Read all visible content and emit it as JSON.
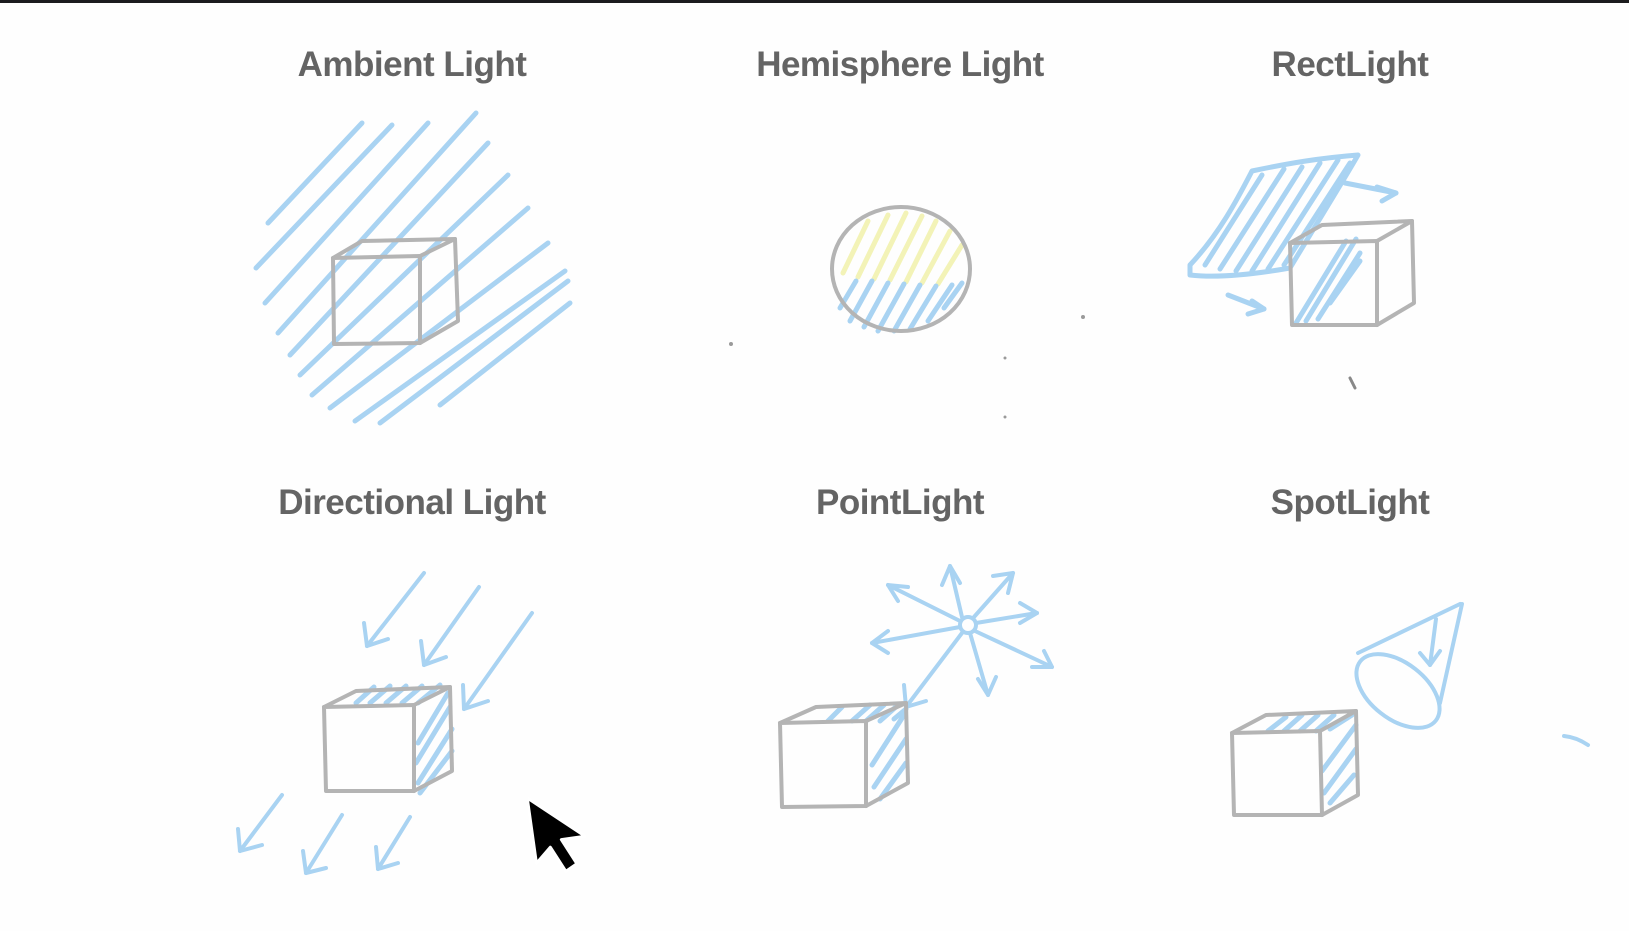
{
  "diagram": {
    "panels": [
      {
        "id": "ambient",
        "title": "Ambient Light"
      },
      {
        "id": "hemisphere",
        "title": "Hemisphere Light"
      },
      {
        "id": "rect",
        "title": "RectLight"
      },
      {
        "id": "directional",
        "title": "Directional Light"
      },
      {
        "id": "point",
        "title": "PointLight"
      },
      {
        "id": "spot",
        "title": "SpotLight"
      }
    ]
  },
  "colors": {
    "background": "#fefefe",
    "frame": "#1c1c1e",
    "title": "#646464",
    "light_blue": "#a9d3f2",
    "light_yellow": "#f3f3b7",
    "outline_gray": "#b4b4b4",
    "cursor": "#000000"
  },
  "icons": {
    "cursor": "mouse-pointer-icon"
  }
}
